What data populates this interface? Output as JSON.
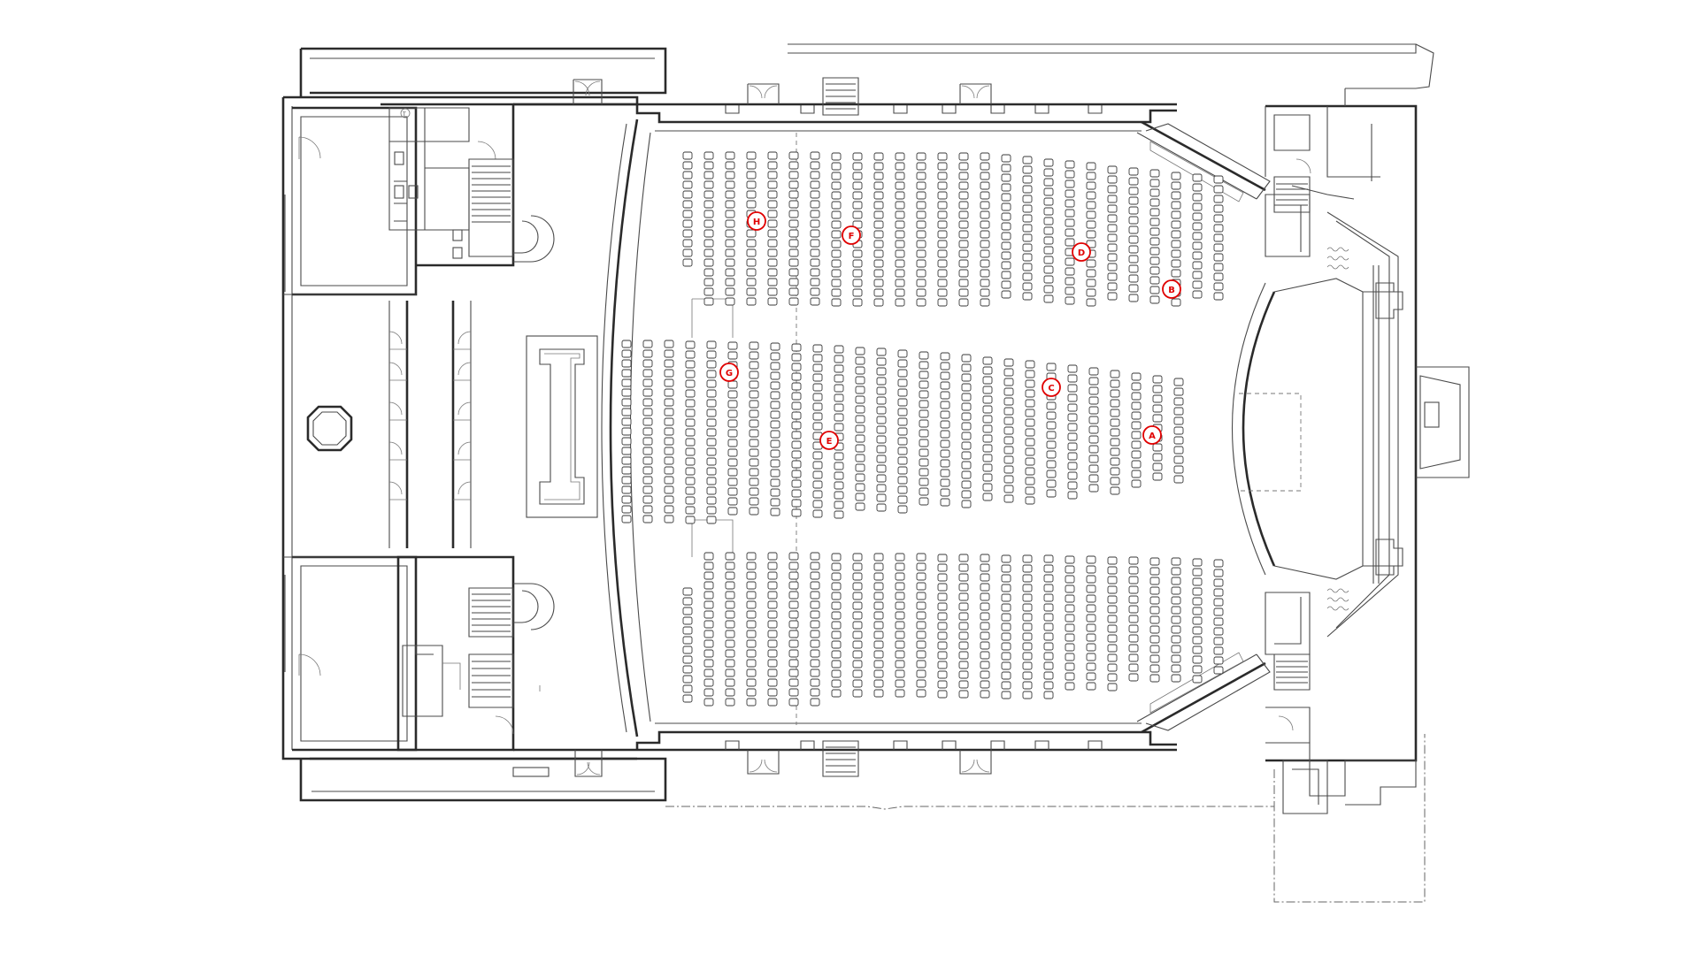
{
  "markers": [
    {
      "id": "A",
      "label": "A"
    },
    {
      "id": "B",
      "label": "B"
    },
    {
      "id": "C",
      "label": "C"
    },
    {
      "id": "D",
      "label": "D"
    },
    {
      "id": "E",
      "label": "E"
    },
    {
      "id": "F",
      "label": "F"
    },
    {
      "id": "G",
      "label": "G"
    },
    {
      "id": "H",
      "label": "H"
    }
  ],
  "colors": {
    "marker": "#e00000",
    "line": "#2b2b2b",
    "background": "#ffffff"
  },
  "restroom_symbol": "T"
}
